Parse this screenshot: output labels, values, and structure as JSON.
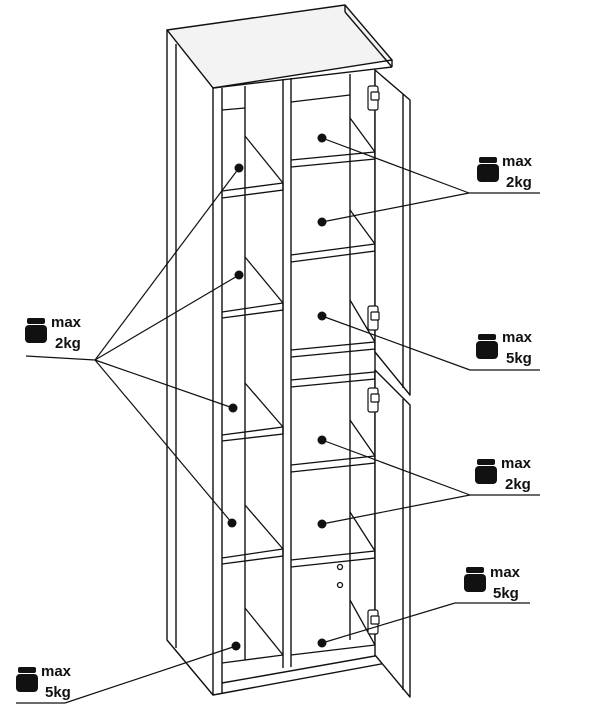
{
  "labels": {
    "top_right": {
      "line1": "max",
      "line2": "2kg"
    },
    "left_shelves": {
      "line1": "max",
      "line2": "2kg"
    },
    "mid_right": {
      "line1": "max",
      "line2": "5kg"
    },
    "lower_right": {
      "line1": "max",
      "line2": "2kg"
    },
    "bottom_right": {
      "line1": "max",
      "line2": "5kg"
    },
    "bottom_left": {
      "line1": "max",
      "line2": "5kg"
    }
  },
  "icons": {
    "weight": "weight-icon"
  },
  "colors": {
    "stroke": "#111111",
    "background": "#ffffff",
    "top_shade": "#f2f2f2"
  }
}
